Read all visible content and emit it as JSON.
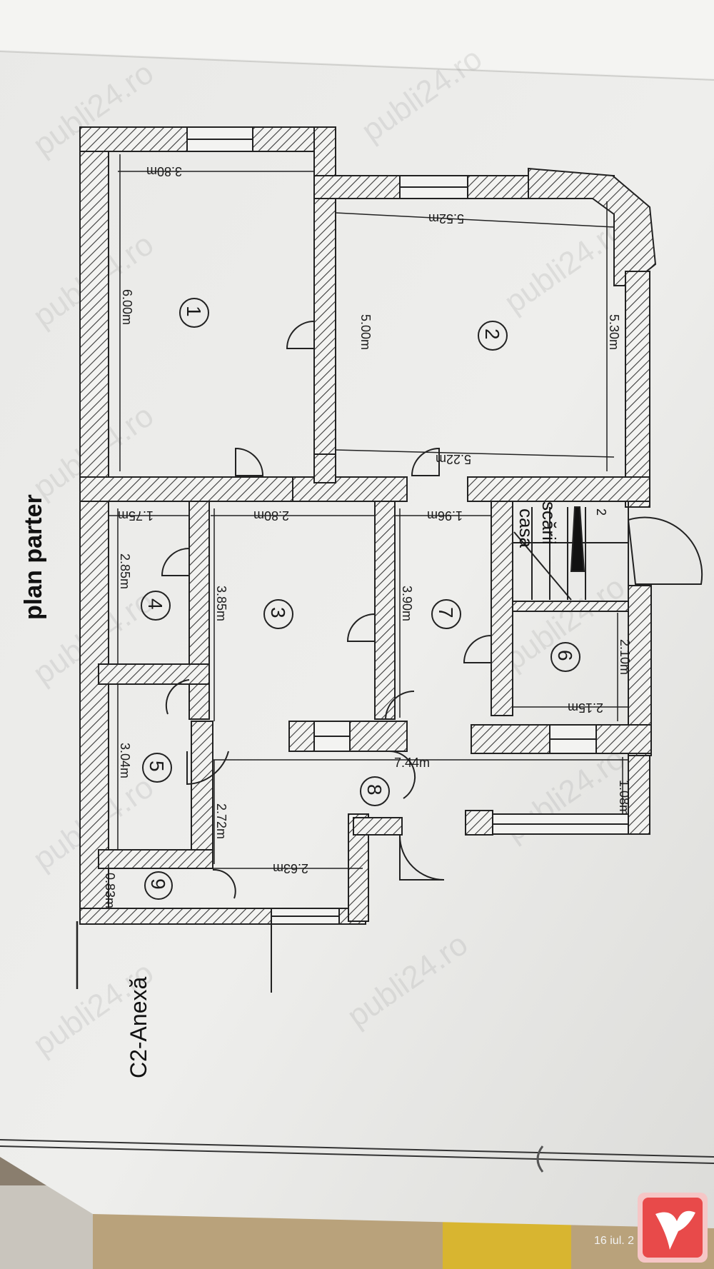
{
  "plan": {
    "title": "plan parter",
    "annex": "C2-Anexă",
    "stair_word_1": "casa",
    "stair_word_2": "scării",
    "stair_mark": "2"
  },
  "rooms": [
    "1",
    "2",
    "3",
    "4",
    "5",
    "6",
    "7",
    "8",
    "9"
  ],
  "dims": {
    "d1_w": "3.80m",
    "d1_h": "6.00m",
    "d2_w_top": "5.52m",
    "d2_h_left": "5.00m",
    "d2_h_right": "5.30m",
    "d2_w_bottom": "5.22m",
    "d3_w": "2.80m",
    "d3_h": "3.85m",
    "d4_w": "1.75m",
    "d4_h": "2.85m",
    "d7_w": "1.96m",
    "d7_h": "3.90m",
    "d6_h": "2.10m",
    "d6_w": "2.15m",
    "d5_h": "3.04m",
    "d_total": "7.44m",
    "d_entry": "1.08m",
    "d_left_low": "2.72m",
    "d_hall_low": "2.63m",
    "d9": "0.83m"
  },
  "watermark": "publi24.ro",
  "photo_date": "16 iul. 2"
}
